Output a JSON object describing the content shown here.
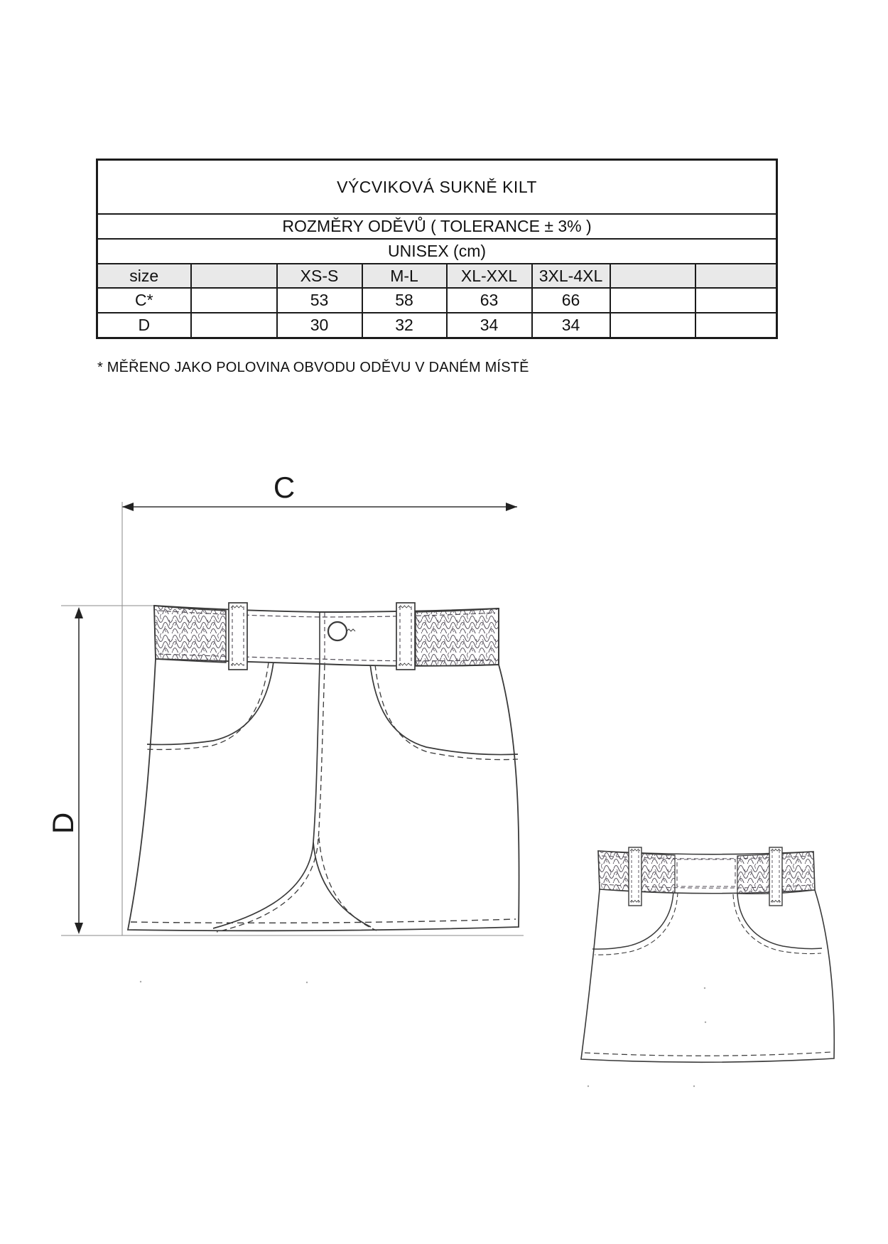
{
  "document": {
    "title": "VÝCVIKOVÁ SUKNĚ KILT",
    "size_table": {
      "subtitle": "ROZMĚRY ODĚVŮ  ( TOLERANCE ± 3% )",
      "unit_line": "UNISEX (cm)",
      "columns": [
        "size",
        "",
        "XS-S",
        "M-L",
        "XL-XXL",
        "3XL-4XL",
        "",
        ""
      ],
      "rows": [
        {
          "dimension": "C*",
          "values": [
            "",
            "53",
            "58",
            "63",
            "66",
            "",
            ""
          ]
        },
        {
          "dimension": "D",
          "values": [
            "",
            "30",
            "32",
            "34",
            "34",
            "",
            ""
          ]
        }
      ]
    },
    "footnote": "* MĚŘENO JAKO POLOVINA OBVODU ODĚVU V DANÉM MÍSTĚ",
    "diagram": {
      "width_dimension_label": "C",
      "length_dimension_label": "D"
    },
    "colors": {
      "table_header_bg": "#e9e9e9",
      "table_border": "#1b1b1b",
      "line_art": "#3a3a3a"
    }
  }
}
